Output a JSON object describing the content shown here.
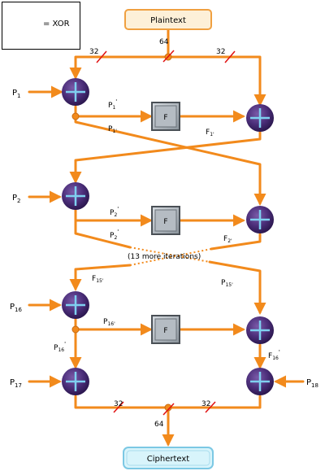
{
  "legend": {
    "label": "= XOR"
  },
  "boxes": {
    "plaintext": "Plaintext",
    "ciphertext": "Ciphertext"
  },
  "f_label": "F",
  "widths": {
    "input": "64",
    "left_half": "32",
    "right_half": "32",
    "output_left": "32",
    "output_right": "32",
    "output": "64"
  },
  "subkeys": {
    "p1": {
      "base": "P",
      "sub": "1"
    },
    "p2": {
      "base": "P",
      "sub": "2"
    },
    "p16": {
      "base": "P",
      "sub": "16"
    },
    "p17": {
      "base": "P",
      "sub": "17"
    },
    "p18": {
      "base": "P",
      "sub": "18"
    }
  },
  "wire_labels": {
    "r1_f_in": {
      "base": "P",
      "sub": "1",
      "sup": "'"
    },
    "r1_cross": {
      "base": "P",
      "sub": "1'"
    },
    "r1_f_out": {
      "base": "F",
      "sub": "1'"
    },
    "r2_f_in": {
      "base": "P",
      "sub": "2",
      "sup": "'"
    },
    "r2_cross": {
      "base": "P",
      "sub": "2",
      "sup": "'"
    },
    "r2_f_out": {
      "base": "F",
      "sub": "2'"
    },
    "l15": {
      "base": "F",
      "sub": "15'"
    },
    "r15": {
      "base": "P",
      "sub": "15'"
    },
    "r16_f_in": {
      "base": "P",
      "sub": "16'"
    },
    "r16_left": {
      "base": "P",
      "sub": "16",
      "sup": "'"
    },
    "r16_f_out": {
      "base": "F",
      "sub": "16",
      "sup": "'"
    }
  },
  "iterations_note": "(13 more iterations)"
}
